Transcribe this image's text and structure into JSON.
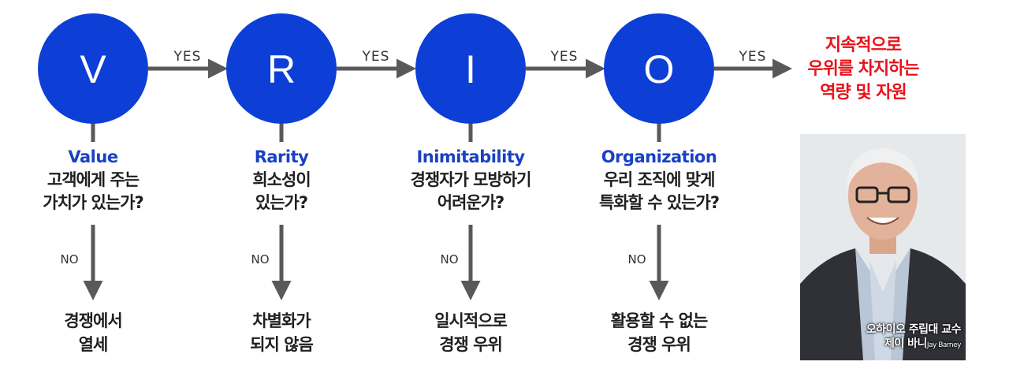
{
  "colors": {
    "circle": "#0d3fd6",
    "arrow": "#595959",
    "english": "#1a40c4",
    "final": "#e8121b"
  },
  "yes_label": "YES",
  "no_label": "NO",
  "steps": [
    {
      "letter": "V",
      "english": "Value",
      "question_line1": "고객에게 주는",
      "question_line2": "가치가 있는가?",
      "outcome_line1": "경쟁에서",
      "outcome_line2": "열세"
    },
    {
      "letter": "R",
      "english": "Rarity",
      "question_line1": "희소성이",
      "question_line2": "있는가?",
      "outcome_line1": "차별화가",
      "outcome_line2": "되지 않음"
    },
    {
      "letter": "I",
      "english": "Inimitability",
      "question_line1": "경쟁자가 모방하기",
      "question_line2": "어려운가?",
      "outcome_line1": "일시적으로",
      "outcome_line2": "경쟁 우위"
    },
    {
      "letter": "O",
      "english": "Organization",
      "question_line1": "우리 조직에 맞게",
      "question_line2": "특화할 수 있는가?",
      "outcome_line1": "활용할 수 없는",
      "outcome_line2": "경쟁 우위"
    }
  ],
  "final": {
    "line1": "지속적으로",
    "line2": "우위를 차지하는",
    "line3": "역량 및 자원"
  },
  "photo_caption": {
    "line1": "오하이오 주립대 교수",
    "line2": "제이 바니",
    "name_en": "Jay Barney"
  }
}
